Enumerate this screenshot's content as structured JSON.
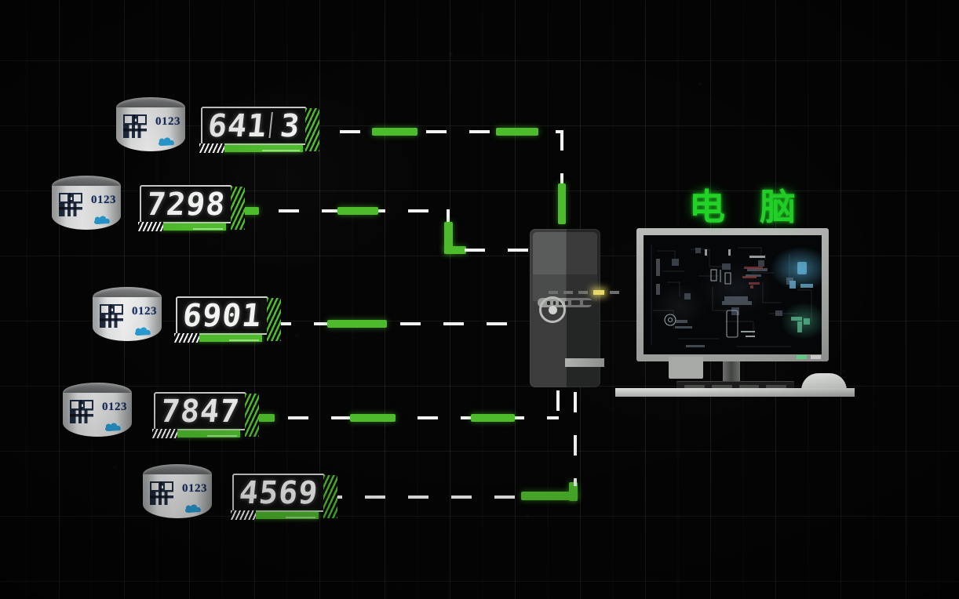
{
  "scene": {
    "title": "Database to Computer Data Transfer Animation",
    "background_color": "#050505",
    "grid_color": "#bebebe",
    "accent_green": "#4ebb2c",
    "caption_green": "#22d227"
  },
  "caption": {
    "text": "电 脑",
    "meaning_label": "computer"
  },
  "databases": [
    {
      "id": "db-1",
      "qr_label": "qr-code",
      "number": "0123",
      "cloud_icon": "cloud-upload-icon"
    },
    {
      "id": "db-2",
      "qr_label": "qr-code",
      "number": "0123",
      "cloud_icon": "cloud-upload-icon"
    },
    {
      "id": "db-3",
      "qr_label": "qr-code",
      "number": "0123",
      "cloud_icon": "cloud-upload-icon"
    },
    {
      "id": "db-4",
      "qr_label": "qr-code",
      "number": "0123",
      "cloud_icon": "cloud-upload-icon"
    },
    {
      "id": "db-5",
      "qr_label": "qr-code",
      "number": "0123",
      "cloud_icon": "cloud-upload-icon"
    }
  ],
  "meters": [
    {
      "id": "meter-1",
      "value": "641",
      "value_tail": "3",
      "full_value": "6413",
      "has_separator": true
    },
    {
      "id": "meter-2",
      "value": "7298",
      "value_tail": "",
      "full_value": "7298",
      "has_separator": false
    },
    {
      "id": "meter-3",
      "value": "6901",
      "value_tail": "",
      "full_value": "6901",
      "has_separator": false
    },
    {
      "id": "meter-4",
      "value": "7847",
      "value_tail": "",
      "full_value": "7847",
      "has_separator": false
    },
    {
      "id": "meter-5",
      "value": "4569",
      "value_tail": "",
      "full_value": "4569",
      "has_separator": false
    }
  ],
  "tower": {
    "name": "desktop-tower",
    "power_button": "power-button-icon",
    "led_status": "on",
    "badge_label": ""
  },
  "monitor": {
    "name": "desktop-monitor",
    "screen_content": "circuit-board-visualization",
    "indicator_lights": [
      "power-led-green",
      "status-led-white"
    ]
  },
  "peripherals": {
    "keyboard": "keyboard",
    "mouse": "mouse",
    "desk": "desk-surface"
  },
  "data_links": {
    "style": "dashed-white-with-green-packets",
    "dash_color": "#f2f2f2",
    "packet_color": "#4ebb2c",
    "routes": [
      {
        "from": "meter-1",
        "to": "tower",
        "packets": 3
      },
      {
        "from": "meter-2",
        "to": "tower",
        "packets": 3
      },
      {
        "from": "meter-3",
        "to": "tower",
        "packets": 1
      },
      {
        "from": "meter-4",
        "to": "tower",
        "packets": 3
      },
      {
        "from": "meter-5",
        "to": "tower",
        "packets": 1
      }
    ]
  }
}
